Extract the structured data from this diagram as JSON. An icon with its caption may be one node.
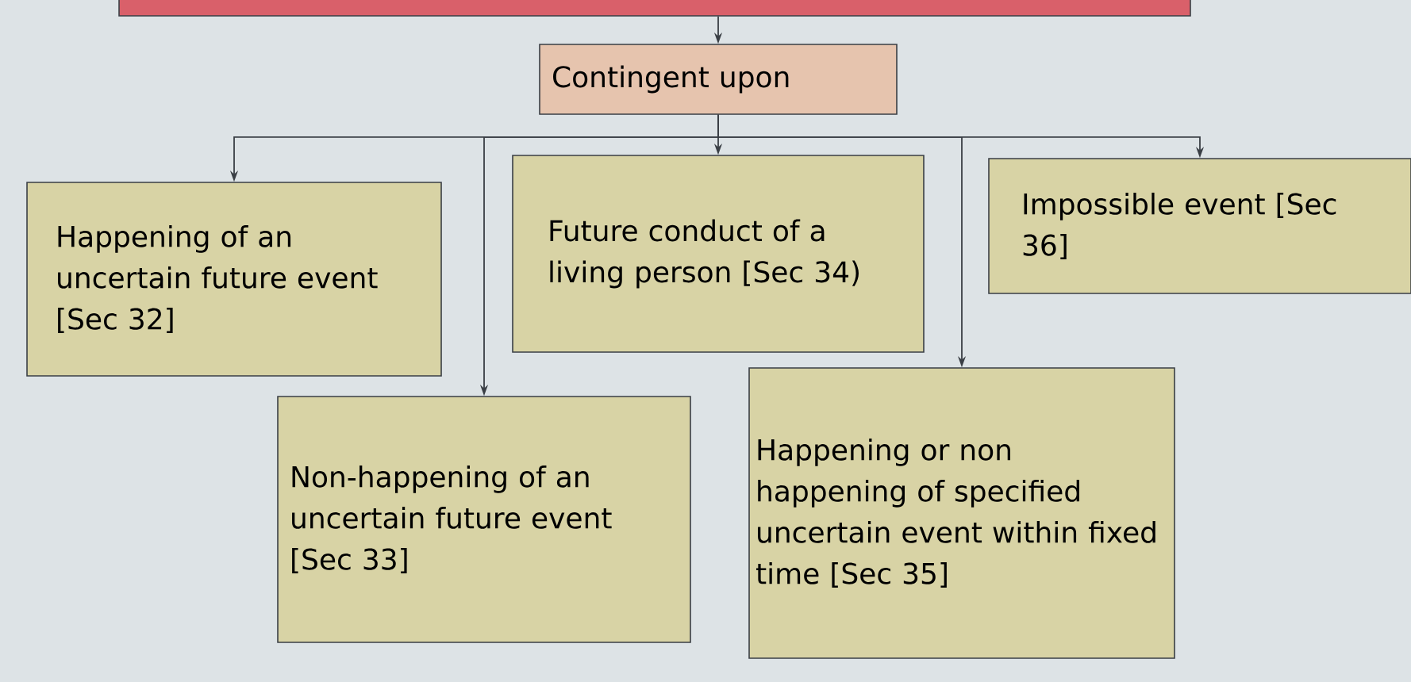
{
  "diagram": {
    "nodes": [
      {
        "text": [],
        "shape": "box"
      },
      {
        "text": [
          "Contingent upon"
        ]
      },
      {
        "text": [
          "Happening of an uncertain future event [Sec 32]"
        ]
      },
      {
        "text": [
          "Future conduct of a living person [Sec 34)"
        ]
      },
      {
        "text": [
          "Impossible event [Sec 36]"
        ]
      },
      {
        "text": [
          "Non-happening of an uncertain future event [Sec 33]"
        ]
      },
      {
        "text": [
          "Happening or non happening of specified uncertain event within fixed time [Sec 35]"
        ]
      }
    ],
    "edges": [
      {
        "from": 0,
        "to": 1,
        "arrow": "to"
      },
      {
        "from": 1,
        "to": 2,
        "arrow": "to"
      },
      {
        "from": 1,
        "to": 3,
        "arrow": "to"
      },
      {
        "from": 1,
        "to": 4,
        "arrow": "to"
      },
      {
        "from": 1,
        "to": 5,
        "arrow": "to"
      },
      {
        "from": 1,
        "to": 6,
        "arrow": "to"
      }
    ]
  }
}
